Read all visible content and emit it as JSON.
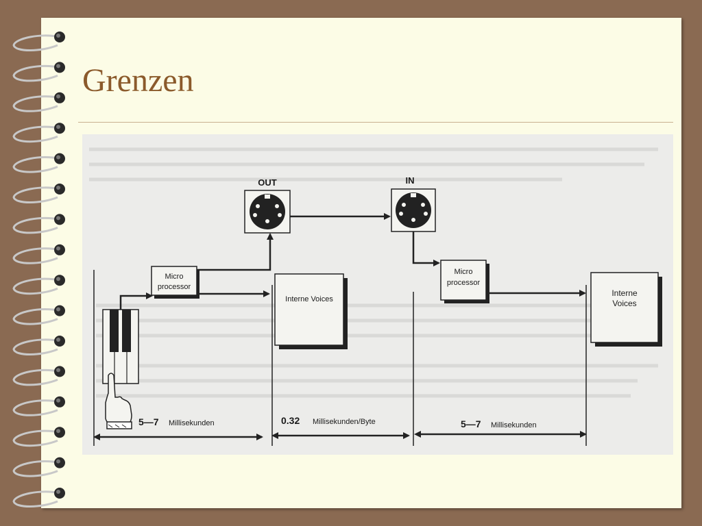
{
  "slide": {
    "title": "Grenzen"
  },
  "diagram": {
    "out_label": "OUT",
    "in_label": "IN",
    "micro_left": {
      "line1": "Micro",
      "line2": "processor"
    },
    "micro_right": {
      "line1": "Micro",
      "line2": "processor"
    },
    "voices_left": "Interne Voices",
    "voices_right": {
      "line1": "Interne",
      "line2": "Voices"
    },
    "time_left": {
      "value": "5—7",
      "unit": "Millisekunden"
    },
    "time_mid": {
      "value": "0.32",
      "unit": "Millisekunden/Byte"
    },
    "time_right": {
      "value": "5—7",
      "unit": "Millisekunden"
    }
  }
}
